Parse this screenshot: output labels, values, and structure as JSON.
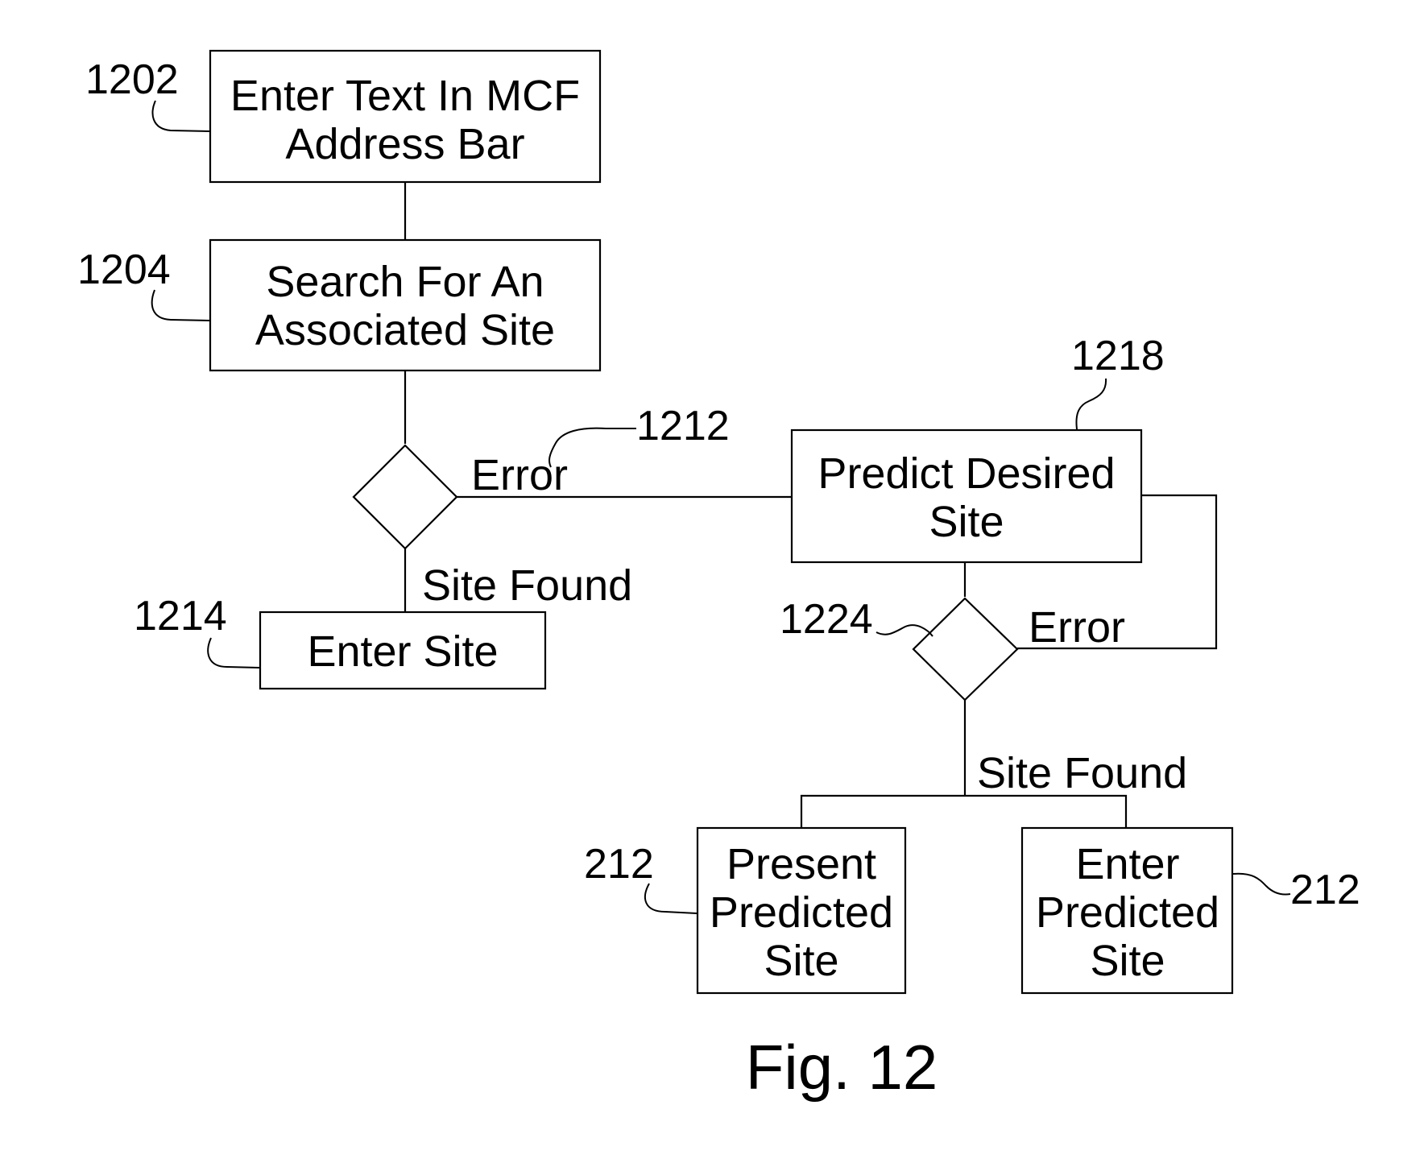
{
  "figure": {
    "caption": "Fig. 12"
  },
  "boxes": {
    "b1202": {
      "ref": "1202",
      "lines": [
        "Enter Text In MCF",
        "Address Bar"
      ]
    },
    "b1204": {
      "ref": "1204",
      "lines": [
        "Search For An",
        "Associated Site"
      ]
    },
    "b1214": {
      "ref": "1214",
      "lines": [
        "Enter Site"
      ]
    },
    "b1218": {
      "ref": "1218",
      "lines": [
        "Predict Desired",
        "Site"
      ]
    },
    "b212a": {
      "ref": "212",
      "lines": [
        "Present",
        "Predicted",
        "Site"
      ]
    },
    "b212b": {
      "ref": "212",
      "lines": [
        "Enter",
        "Predicted",
        "Site"
      ]
    }
  },
  "decisions": {
    "d1212": {
      "ref": "1212"
    },
    "d1224": {
      "ref": "1224"
    }
  },
  "edges": {
    "error_1": "Error",
    "site_found_1": "Site Found",
    "error_2": "Error",
    "site_found_2": "Site Found"
  }
}
